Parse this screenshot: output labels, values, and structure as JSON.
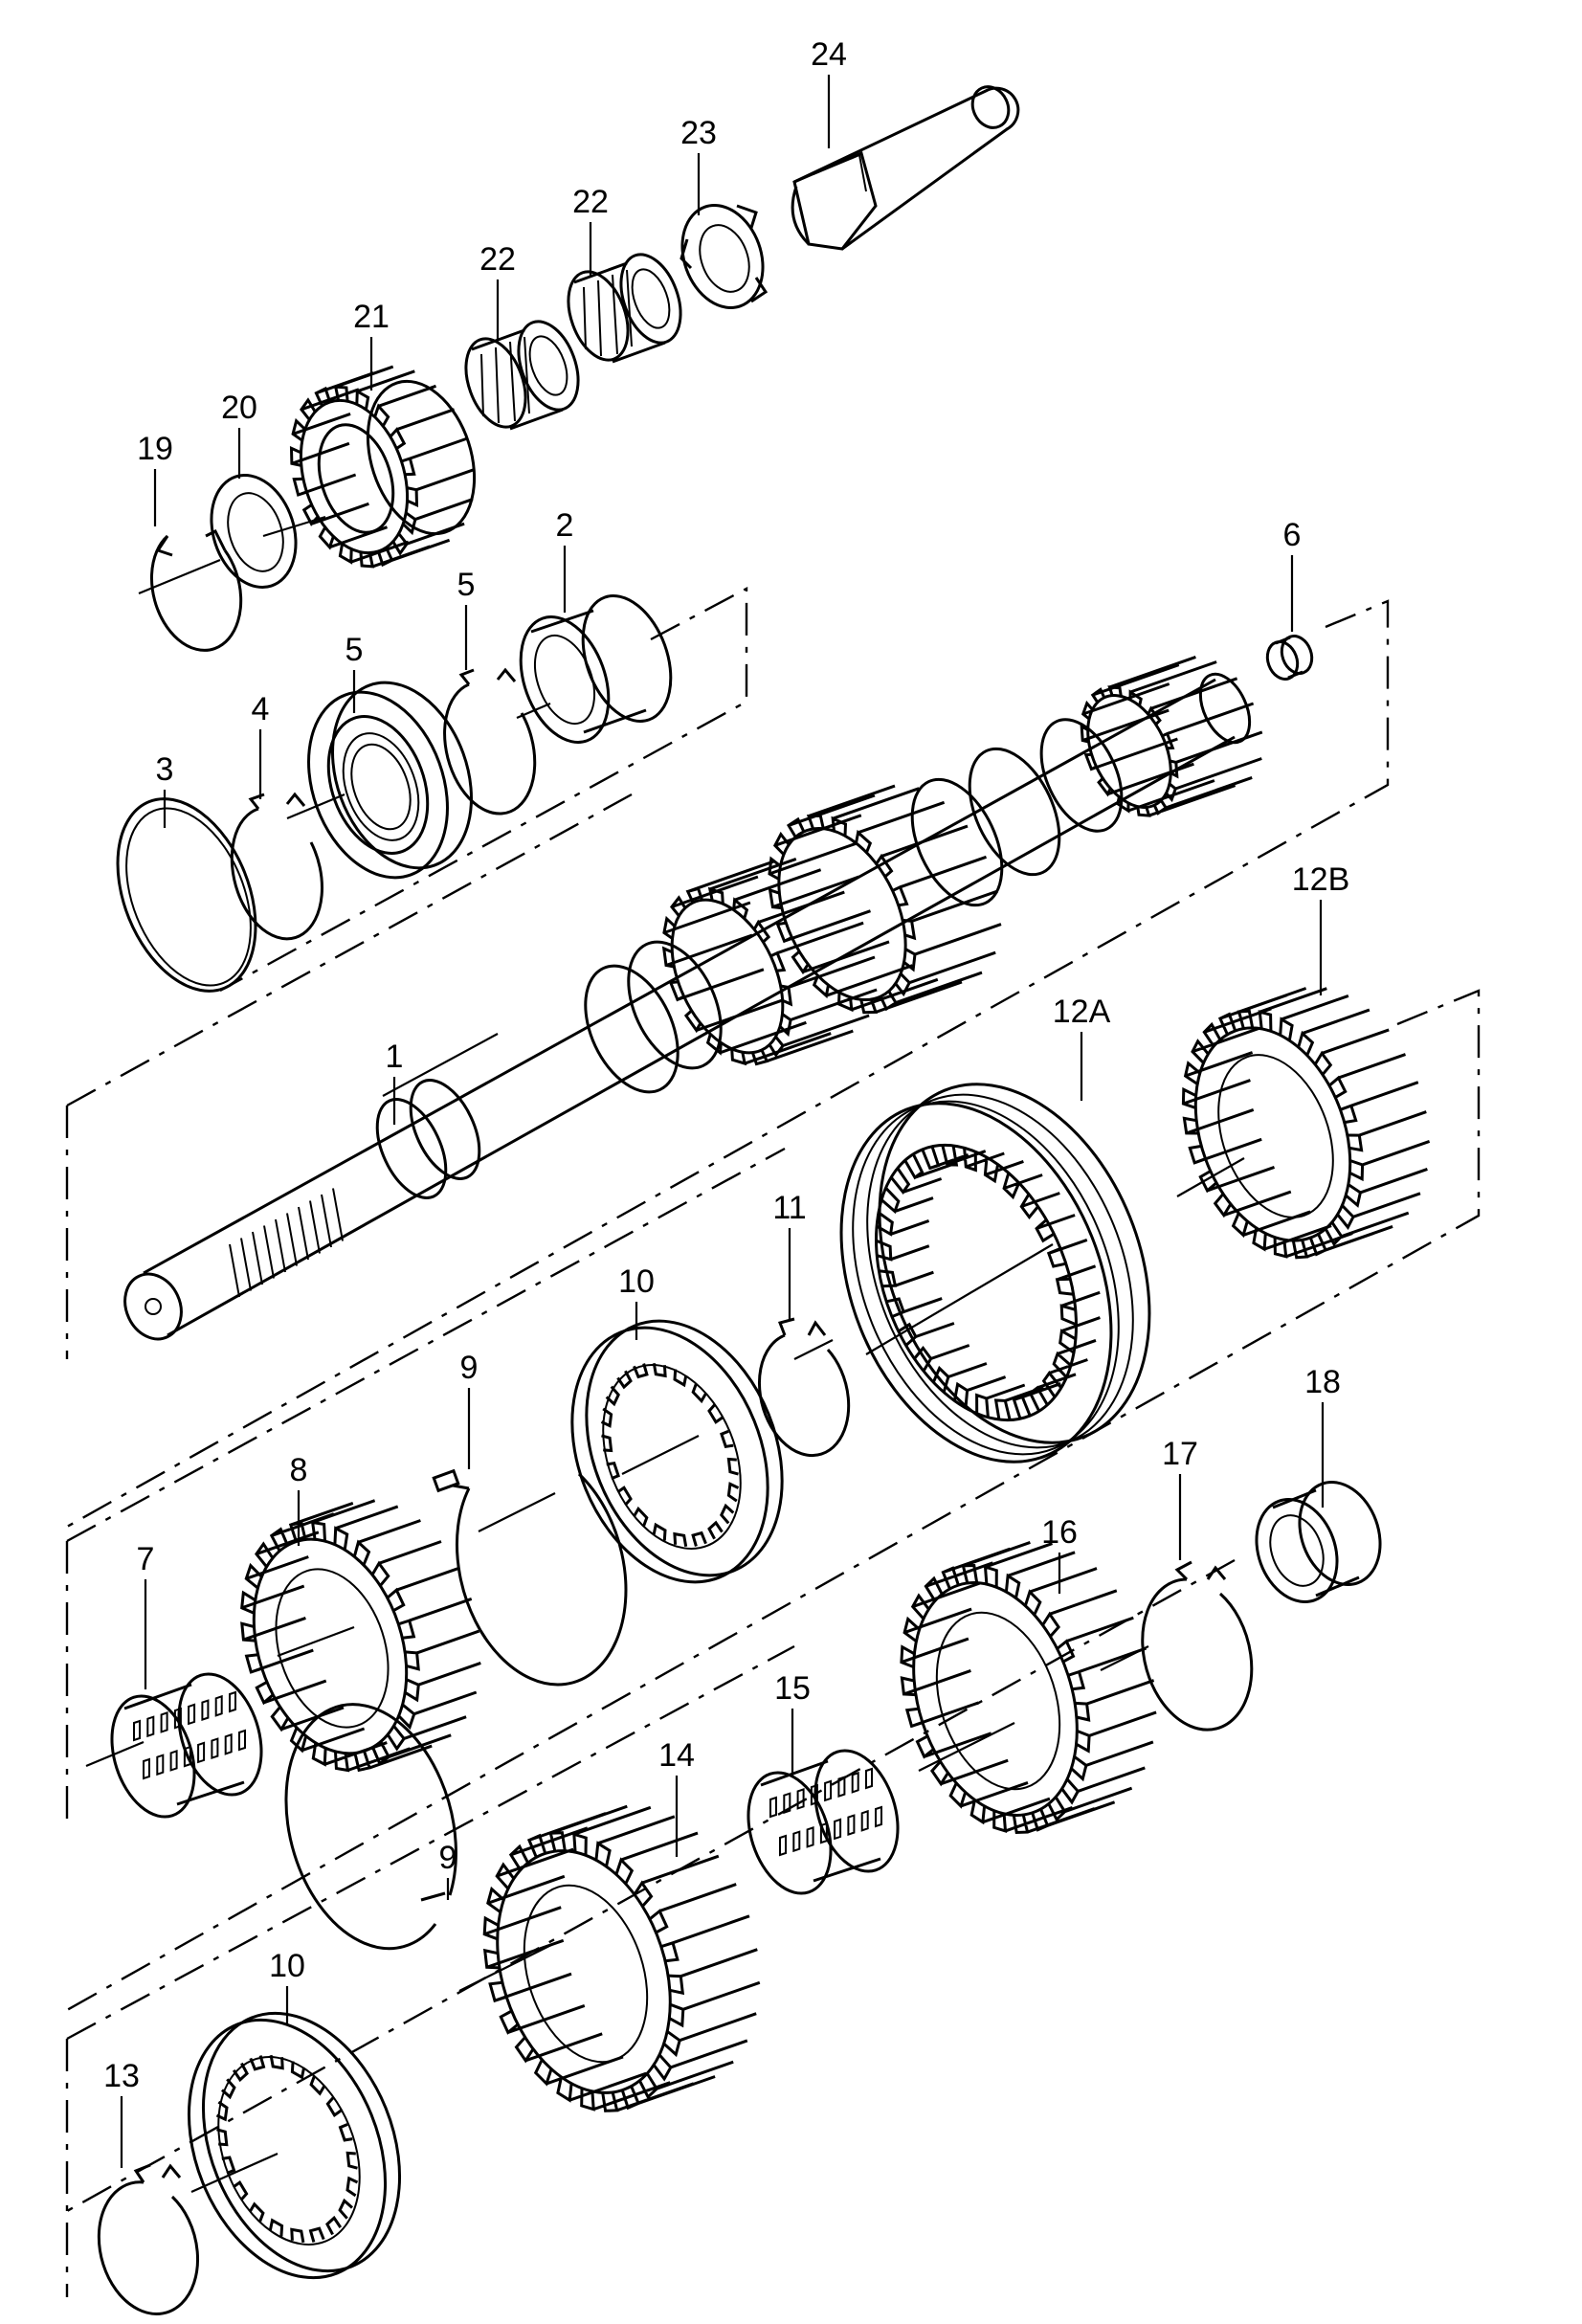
{
  "diagram": {
    "callouts": [
      {
        "id": "c24",
        "text": "24"
      },
      {
        "id": "c23",
        "text": "23"
      },
      {
        "id": "c22a",
        "text": "22"
      },
      {
        "id": "c22b",
        "text": "22"
      },
      {
        "id": "c21",
        "text": "21"
      },
      {
        "id": "c20",
        "text": "20"
      },
      {
        "id": "c19",
        "text": "19"
      },
      {
        "id": "c6",
        "text": "6"
      },
      {
        "id": "c2",
        "text": "2"
      },
      {
        "id": "c5a",
        "text": "5"
      },
      {
        "id": "c5b",
        "text": "5"
      },
      {
        "id": "c4",
        "text": "4"
      },
      {
        "id": "c3",
        "text": "3"
      },
      {
        "id": "c12B",
        "text": "12B"
      },
      {
        "id": "c12A",
        "text": "12A"
      },
      {
        "id": "c1",
        "text": "1"
      },
      {
        "id": "c11",
        "text": "11"
      },
      {
        "id": "c10a",
        "text": "10"
      },
      {
        "id": "c9a",
        "text": "9"
      },
      {
        "id": "c8",
        "text": "8"
      },
      {
        "id": "c7",
        "text": "7"
      },
      {
        "id": "c18",
        "text": "18"
      },
      {
        "id": "c17",
        "text": "17"
      },
      {
        "id": "c16",
        "text": "16"
      },
      {
        "id": "c15",
        "text": "15"
      },
      {
        "id": "c14",
        "text": "14"
      },
      {
        "id": "c9b",
        "text": "9"
      },
      {
        "id": "c10b",
        "text": "10"
      },
      {
        "id": "c13",
        "text": "13"
      }
    ]
  }
}
